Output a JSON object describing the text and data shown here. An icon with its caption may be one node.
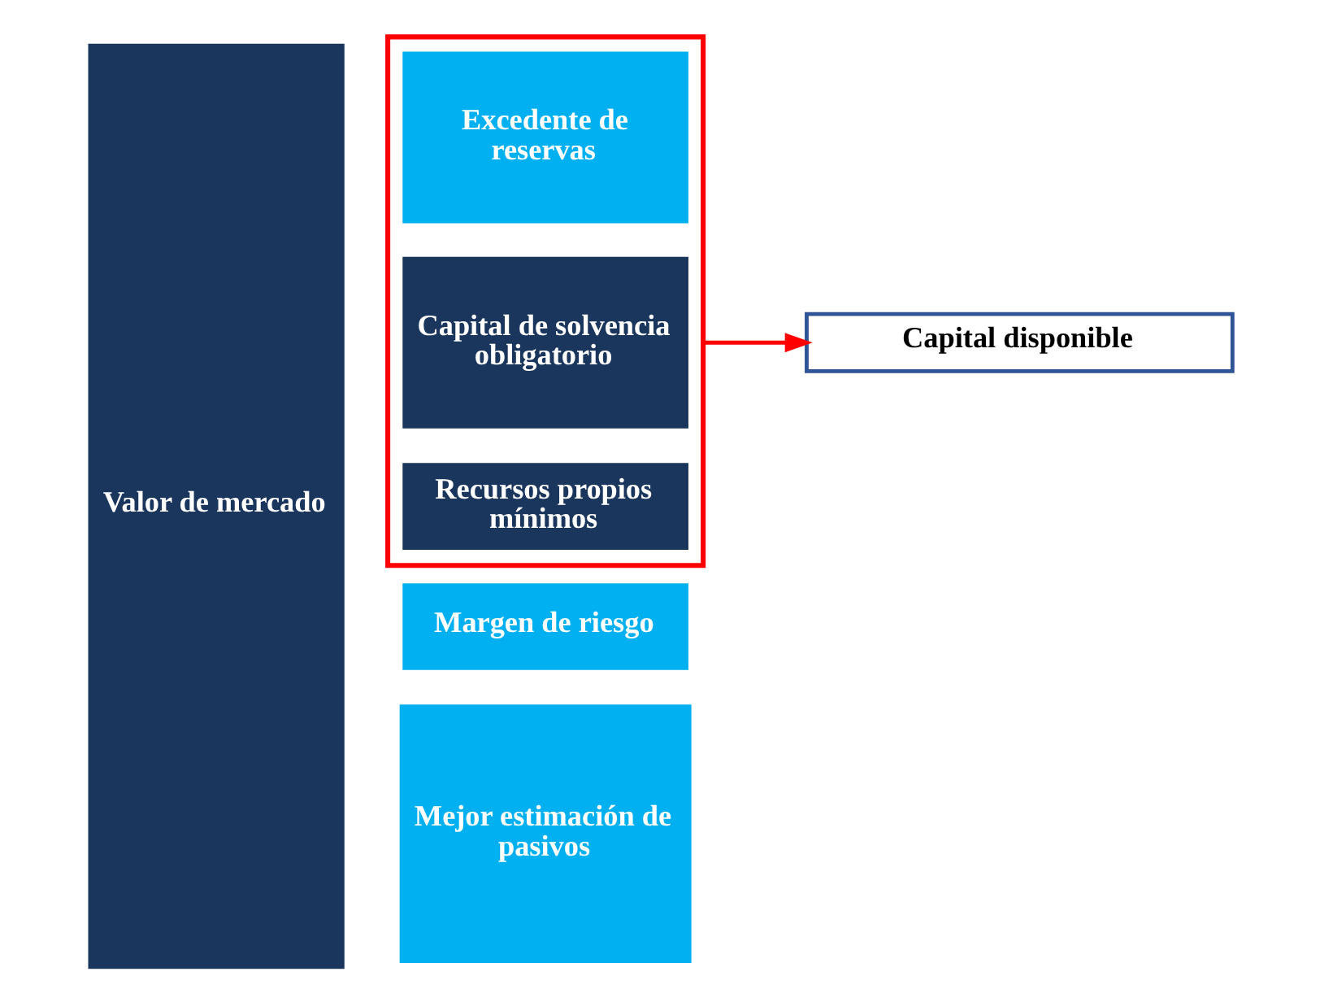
{
  "diagram": {
    "nodes": [
      {
        "text": [
          "Valor de mercado"
        ]
      },
      {
        "text": [],
        "shape": "box"
      },
      {
        "text": [
          "Excedente de reservas"
        ],
        "in": 1
      },
      {
        "text": [
          "Capital de solvencia obligatorio"
        ],
        "in": 1
      },
      {
        "text": [
          "Recursos propios mínimos"
        ],
        "in": 1
      },
      {
        "text": [
          "Margen de riesgo"
        ]
      },
      {
        "text": [
          "Mejor estimación de pasivos"
        ]
      },
      {
        "text": [
          "Capital disponible"
        ]
      }
    ],
    "edges": [
      {
        "from": 1,
        "to": 7,
        "arrow": "to",
        "color": "#ff0000"
      }
    ]
  }
}
